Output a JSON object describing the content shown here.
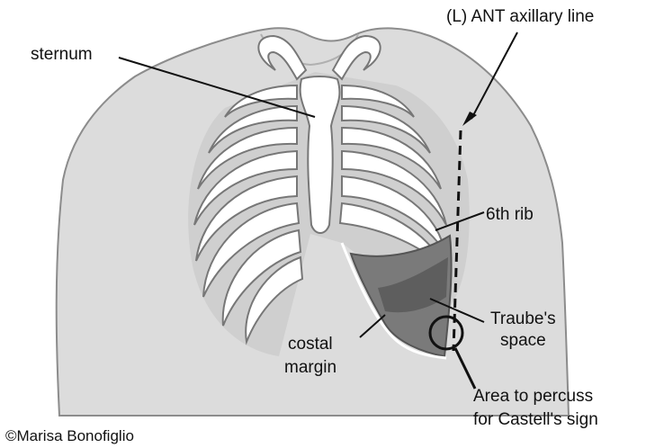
{
  "labels": {
    "sternum": "sternum",
    "axillary_line": "(L) ANT axillary line",
    "sixth_rib": "6th rib",
    "traube_line1": "Traube's",
    "traube_line2": "space",
    "costal_line1": "costal",
    "costal_line2": "margin",
    "percuss_line1": "Area to percuss",
    "percuss_line2": "for Castell's sign"
  },
  "credit": "©Marisa Bonofiglio",
  "colors": {
    "skin": "#dcdcdc",
    "skin_outline": "#8c8c8c",
    "rib_fill": "#ffffff",
    "rib_stroke": "#777777",
    "rib_gap": "#c8c8c8",
    "traube_fill": "#7a7a7a",
    "traube_inner": "#5e5e5e",
    "leader": "#111111"
  }
}
